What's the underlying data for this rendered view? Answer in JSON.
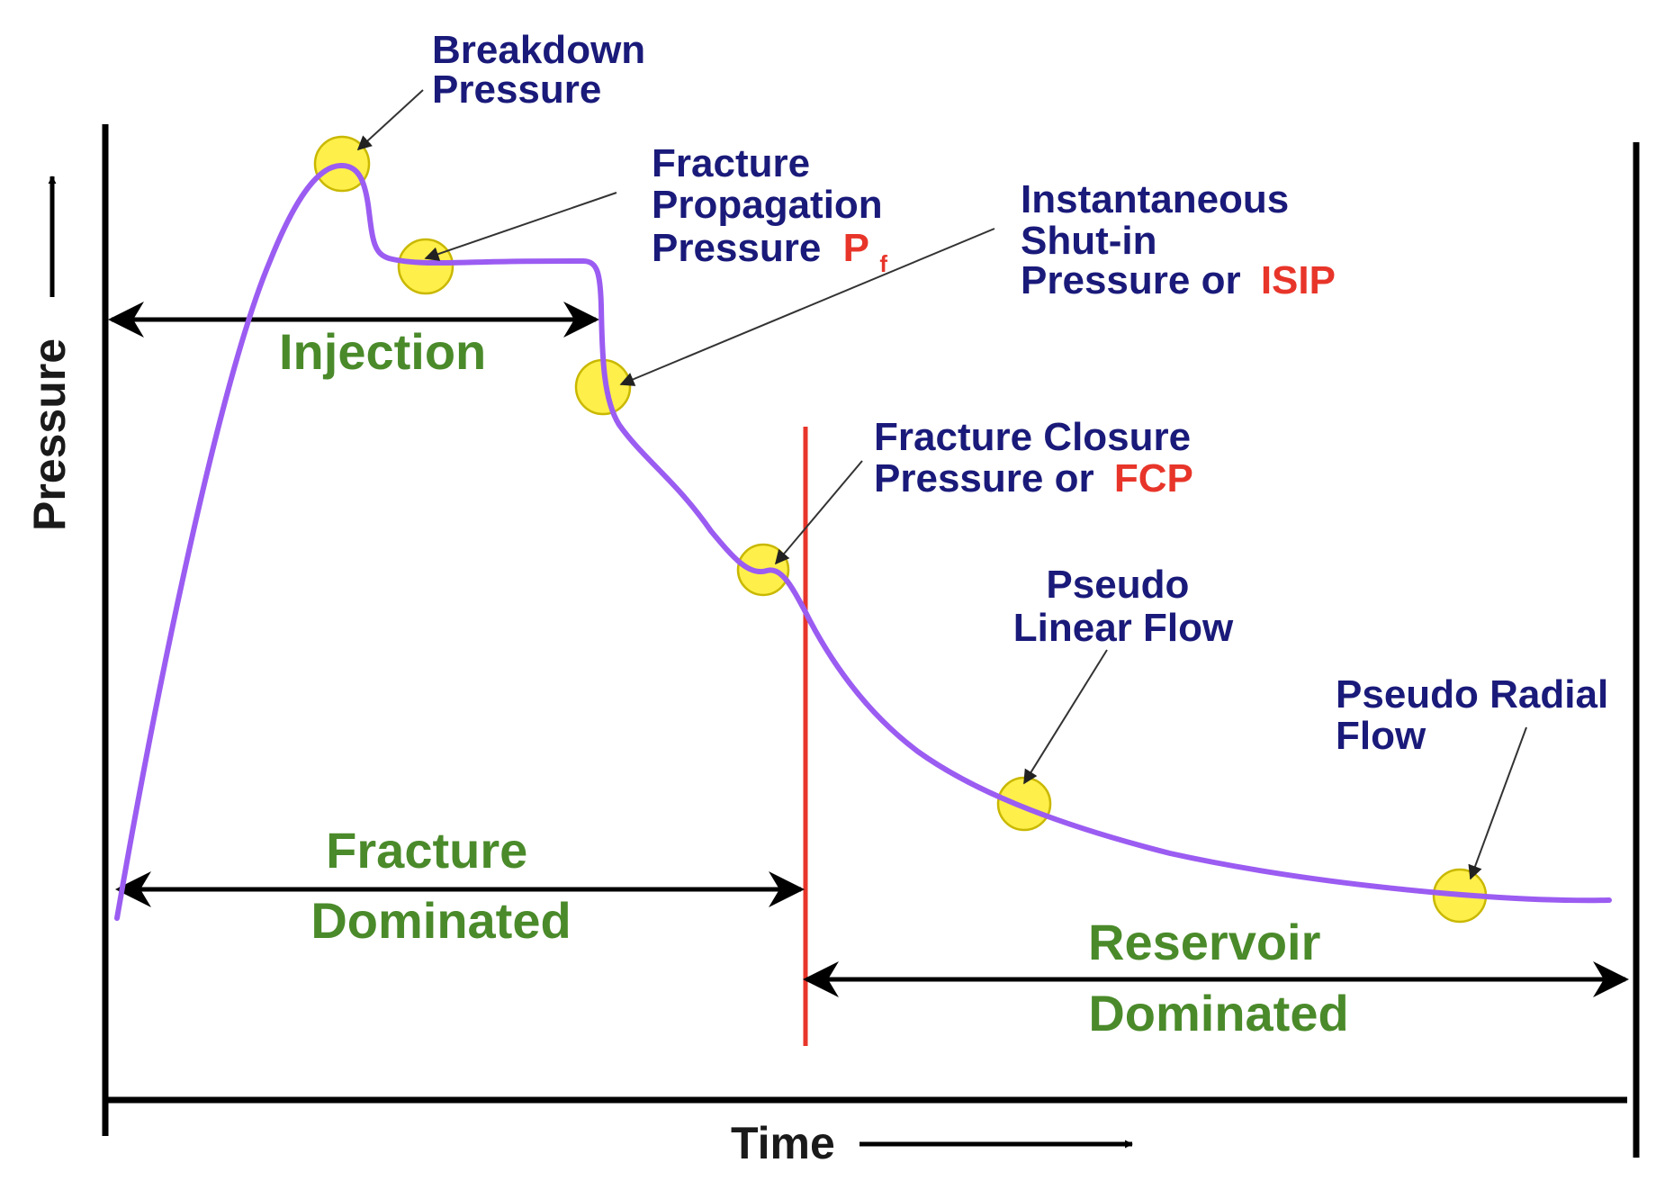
{
  "axes": {
    "y_title": "Pressure",
    "x_title": "Time"
  },
  "colors": {
    "curve": "#9b5cf2",
    "closure_line": "#e8352a",
    "marker_fill": "#ffef4a",
    "label_navy": "#1a1a7a",
    "label_red": "#e8352a",
    "region_green": "#4a8a2a"
  },
  "annotations": {
    "breakdown": {
      "line1": "Breakdown",
      "line2": "Pressure"
    },
    "propagation": {
      "line1": "Fracture",
      "line2": "Propagation",
      "line3": "Pressure",
      "symbol": "P",
      "subscript": "f"
    },
    "isip": {
      "line1": "Instantaneous",
      "line2": "Shut-in",
      "line3": "Pressure or",
      "acronym": "ISIP"
    },
    "fcp": {
      "line1": "Fracture Closure",
      "line2": "Pressure or",
      "acronym": "FCP"
    },
    "linear": {
      "line1": "Pseudo",
      "line2": "Linear Flow"
    },
    "radial": {
      "line1": "Pseudo Radial",
      "line2": "Flow"
    }
  },
  "regions": {
    "injection": "Injection",
    "fracture": {
      "line1": "Fracture",
      "line2": "Dominated"
    },
    "reservoir": {
      "line1": "Reservoir",
      "line2": "Dominated"
    }
  }
}
